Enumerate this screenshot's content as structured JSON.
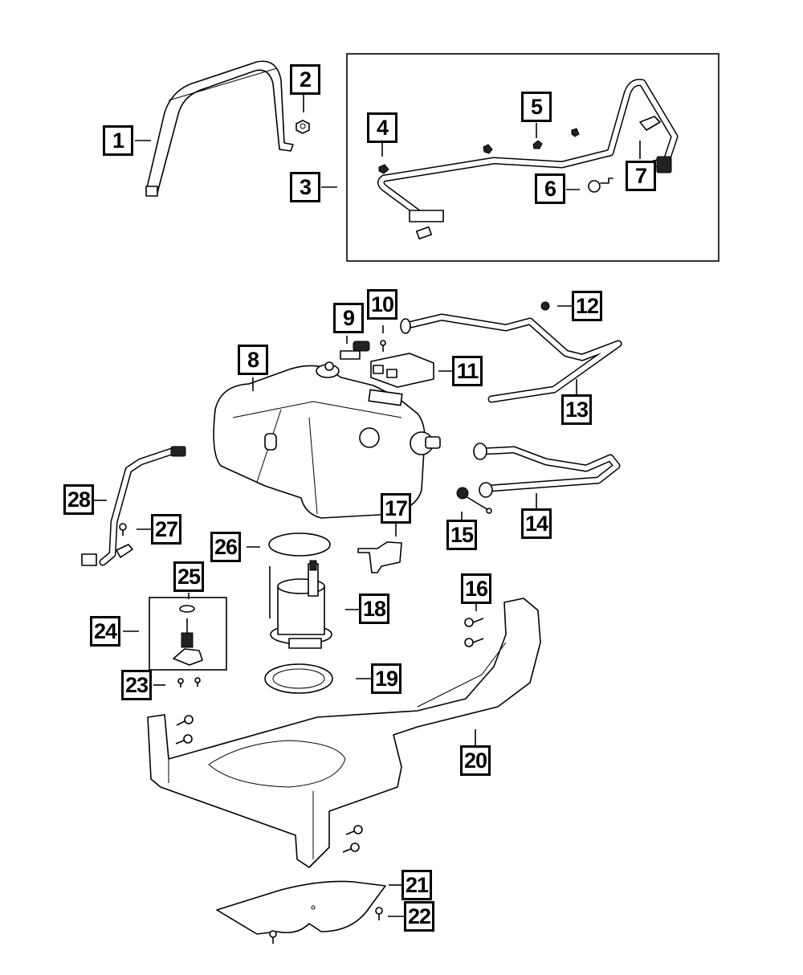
{
  "diagram": {
    "type": "exploded-parts-diagram",
    "subject": "Fuel tank assembly",
    "group_box_label_refs": [
      "3"
    ]
  },
  "callouts": [
    {
      "id": "1",
      "label": "1",
      "part": "fuel tank strap"
    },
    {
      "id": "2",
      "label": "2",
      "part": "nut"
    },
    {
      "id": "3",
      "label": "3",
      "part": "line / harness group"
    },
    {
      "id": "4",
      "label": "4",
      "part": "clip"
    },
    {
      "id": "5",
      "label": "5",
      "part": "clip"
    },
    {
      "id": "6",
      "label": "6",
      "part": "clamp"
    },
    {
      "id": "7",
      "label": "7",
      "part": "connector"
    },
    {
      "id": "8",
      "label": "8",
      "part": "fuel tank"
    },
    {
      "id": "9",
      "label": "9",
      "part": "connector"
    },
    {
      "id": "10",
      "label": "10",
      "part": "screw"
    },
    {
      "id": "11",
      "label": "11",
      "part": "control module"
    },
    {
      "id": "12",
      "label": "12",
      "part": "nut"
    },
    {
      "id": "13",
      "label": "13",
      "part": "tube"
    },
    {
      "id": "14",
      "label": "14",
      "part": "hose"
    },
    {
      "id": "15",
      "label": "15",
      "part": "cap"
    },
    {
      "id": "16",
      "label": "16",
      "part": "bolt"
    },
    {
      "id": "17",
      "label": "17",
      "part": "bracket"
    },
    {
      "id": "18",
      "label": "18",
      "part": "fuel pump module"
    },
    {
      "id": "19",
      "label": "19",
      "part": "lock ring"
    },
    {
      "id": "20",
      "label": "20",
      "part": "crossmember / skid plate"
    },
    {
      "id": "21",
      "label": "21",
      "part": "shield"
    },
    {
      "id": "22",
      "label": "22",
      "part": "bolt"
    },
    {
      "id": "23",
      "label": "23",
      "part": "screw"
    },
    {
      "id": "24",
      "label": "24",
      "part": "sender kit"
    },
    {
      "id": "25",
      "label": "25",
      "part": "o-ring"
    },
    {
      "id": "26",
      "label": "26",
      "part": "seal"
    },
    {
      "id": "27",
      "label": "27",
      "part": "push pin"
    },
    {
      "id": "28",
      "label": "28",
      "part": "wiring harness"
    }
  ]
}
